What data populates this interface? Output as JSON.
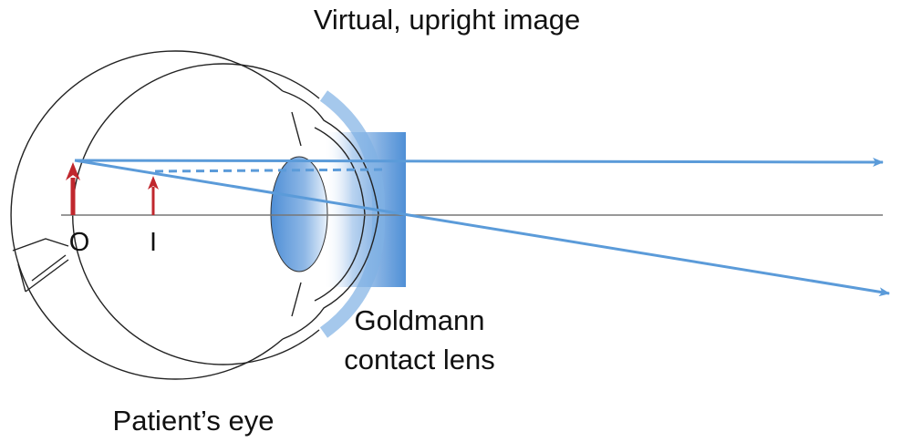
{
  "title": "Virtual, upright image",
  "labels": {
    "object": "O",
    "image": "I",
    "lens_line1": "Goldmann",
    "lens_line2": "contact lens",
    "eye": "Patient’s eye"
  },
  "colors": {
    "ray": "#5b9bd9",
    "arrow": "#c0272d",
    "outline": "#222222",
    "axis": "#777777"
  }
}
